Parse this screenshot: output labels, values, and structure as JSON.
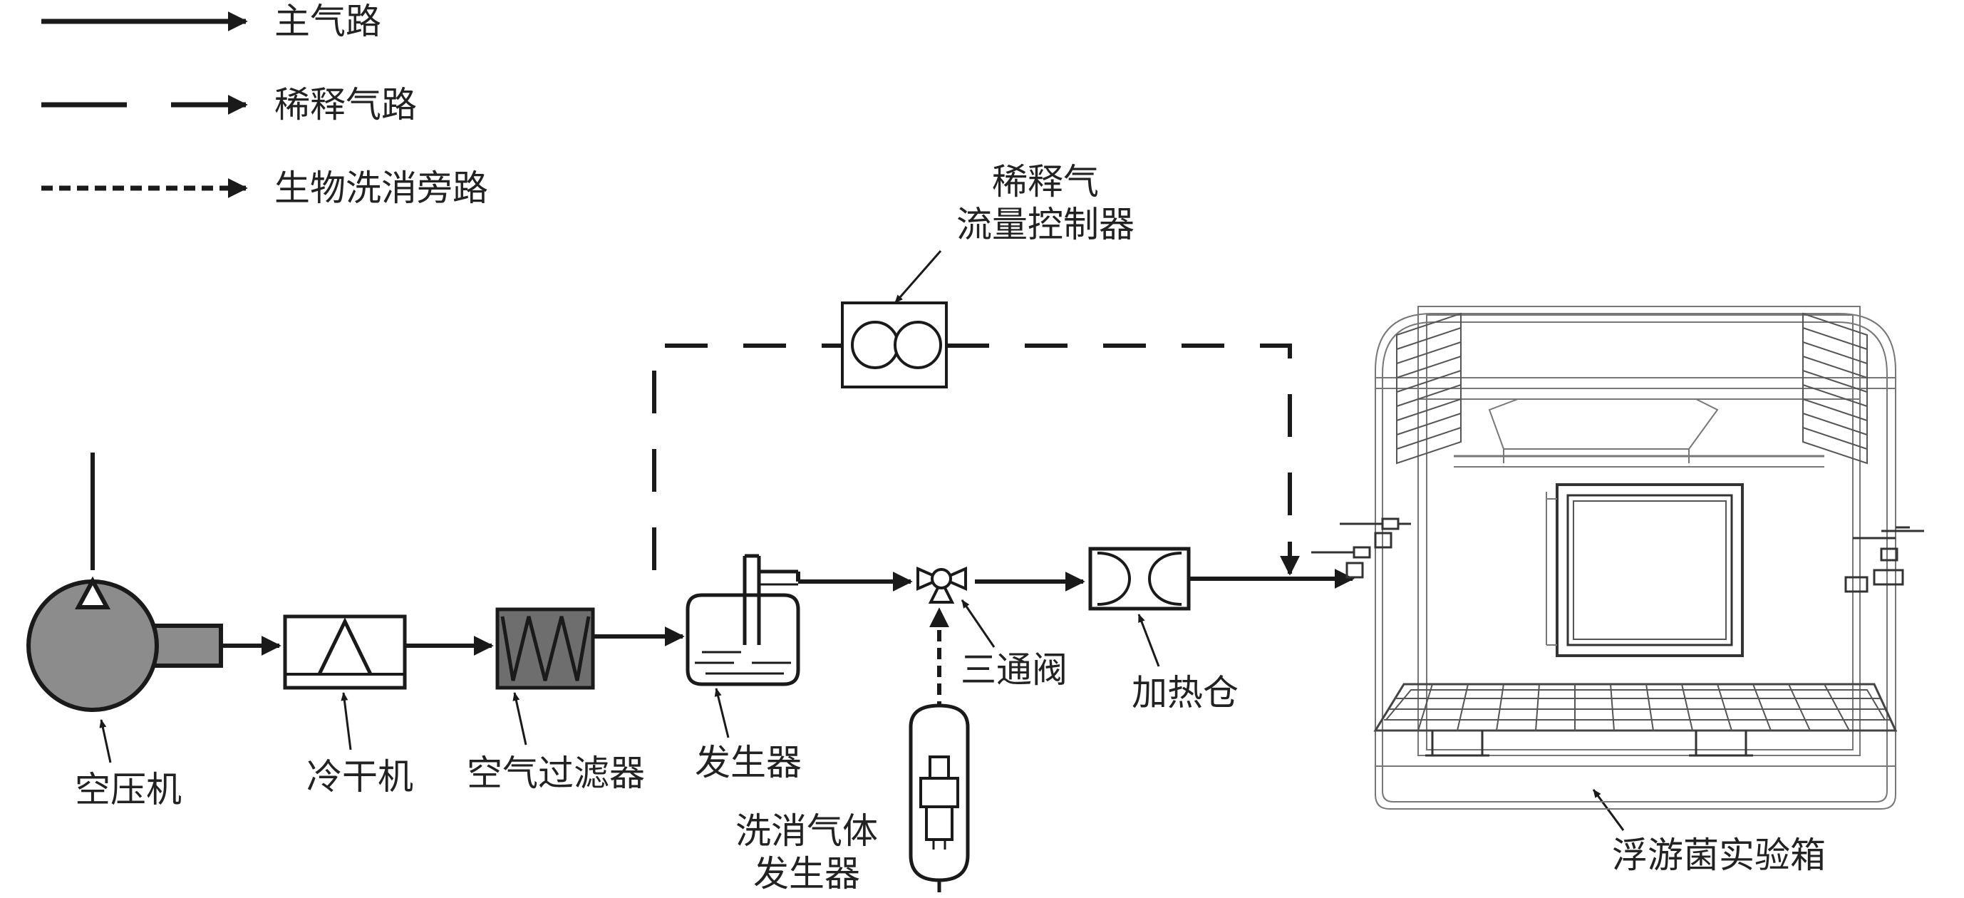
{
  "legend": {
    "main_path": "主气路",
    "dilution_path": "稀释气路",
    "bypass_path": "生物洗消旁路"
  },
  "components": {
    "compressor": "空压机",
    "dryer": "冷干机",
    "air_filter": "空气过滤器",
    "generator": "发生器",
    "three_way_valve": "三通阀",
    "heating_chamber": "加热仓",
    "decon_gas_generator_line1": "洗消气体",
    "decon_gas_generator_line2": "发生器",
    "dilution_controller_line1": "稀释气",
    "dilution_controller_line2": "流量控制器",
    "test_box": "浮游菌实验箱"
  },
  "colors": {
    "line": "#1a1a1a",
    "compressor_fill": "#8c8c8c",
    "filter_fill": "#6e6e6e",
    "box_line": "#777777"
  }
}
